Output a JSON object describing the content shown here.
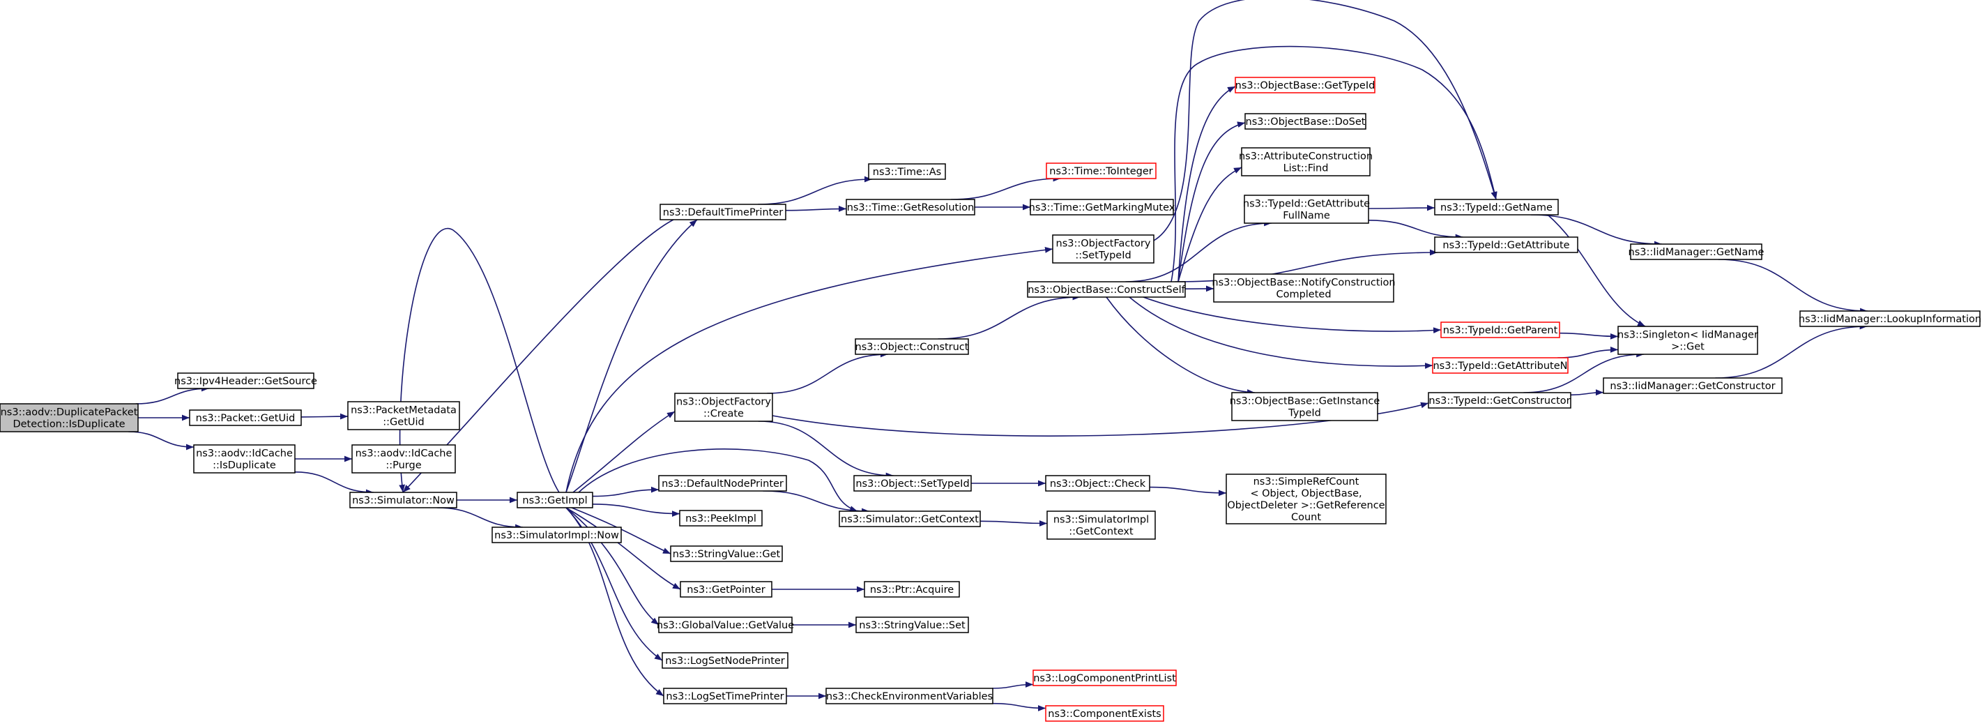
{
  "colors": {
    "edge": "#191970",
    "node_border": "#000000",
    "truncated_border": "#ff0000",
    "root_fill": "#bfbfbf",
    "background": "#ffffff"
  },
  "nodes": {
    "dup_isdup": {
      "lines": [
        "ns3::aodv::DuplicatePacket",
        "Detection::IsDuplicate"
      ],
      "style": "root"
    },
    "ipv4_getsource": {
      "lines": [
        "ns3::Ipv4Header::GetSource"
      ]
    },
    "packet_getuid": {
      "lines": [
        "ns3::Packet::GetUid"
      ]
    },
    "pktmeta_getuid": {
      "lines": [
        "ns3::PacketMetadata",
        "::GetUid"
      ]
    },
    "idcache_isdup": {
      "lines": [
        "ns3::aodv::IdCache",
        "::IsDuplicate"
      ]
    },
    "idcache_purge": {
      "lines": [
        "ns3::aodv::IdCache",
        "::Purge"
      ]
    },
    "sim_now": {
      "lines": [
        "ns3::Simulator::Now"
      ]
    },
    "simimpl_now": {
      "lines": [
        "ns3::SimulatorImpl::Now"
      ]
    },
    "getimpl": {
      "lines": [
        "ns3::GetImpl"
      ]
    },
    "default_time_printer": {
      "lines": [
        "ns3::DefaultTimePrinter"
      ]
    },
    "time_as": {
      "lines": [
        "ns3::Time::As"
      ]
    },
    "time_getres": {
      "lines": [
        "ns3::Time::GetResolution"
      ]
    },
    "time_tointeger": {
      "lines": [
        "ns3::Time::ToInteger"
      ],
      "style": "red"
    },
    "time_markingmutex": {
      "lines": [
        "ns3::Time::GetMarkingMutex"
      ]
    },
    "objfactory_settypeid": {
      "lines": [
        "ns3::ObjectFactory",
        "::SetTypeId"
      ]
    },
    "objfactory_create": {
      "lines": [
        "ns3::ObjectFactory",
        "::Create"
      ]
    },
    "object_construct": {
      "lines": [
        "ns3::Object::Construct"
      ]
    },
    "objbase_constructself": {
      "lines": [
        "ns3::ObjectBase::ConstructSelf"
      ]
    },
    "objbase_gettypeid": {
      "lines": [
        "ns3::ObjectBase::GetTypeId"
      ],
      "style": "red"
    },
    "objbase_doset": {
      "lines": [
        "ns3::ObjectBase::DoSet"
      ]
    },
    "attrconstr_find": {
      "lines": [
        "ns3::AttributeConstruction",
        "List::Find"
      ]
    },
    "typeid_getattrfullname": {
      "lines": [
        "ns3::TypeId::GetAttribute",
        "FullName"
      ]
    },
    "objbase_notify": {
      "lines": [
        "ns3::ObjectBase::NotifyConstruction",
        "Completed"
      ]
    },
    "objbase_getinstance": {
      "lines": [
        "ns3::ObjectBase::GetInstance",
        "TypeId"
      ]
    },
    "typeid_getname": {
      "lines": [
        "ns3::TypeId::GetName"
      ]
    },
    "typeid_getattribute": {
      "lines": [
        "ns3::TypeId::GetAttribute"
      ]
    },
    "typeid_getparent": {
      "lines": [
        "ns3::TypeId::GetParent"
      ],
      "style": "red"
    },
    "typeid_getattributen": {
      "lines": [
        "ns3::TypeId::GetAttributeN"
      ],
      "style": "red"
    },
    "typeid_getconstructor": {
      "lines": [
        "ns3::TypeId::GetConstructor"
      ]
    },
    "iidmgr_getname": {
      "lines": [
        "ns3::IidManager::GetName"
      ]
    },
    "singleton_get": {
      "lines": [
        "ns3::Singleton< IidManager",
        " >::Get"
      ]
    },
    "iidmgr_getconstructor": {
      "lines": [
        "ns3::IidManager::GetConstructor"
      ]
    },
    "iidmgr_lookup": {
      "lines": [
        "ns3::IidManager::LookupInformation"
      ]
    },
    "object_settypeid": {
      "lines": [
        "ns3::Object::SetTypeId"
      ]
    },
    "object_check": {
      "lines": [
        "ns3::Object::Check"
      ]
    },
    "simplerefcount": {
      "lines": [
        "ns3::SimpleRefCount",
        "< Object, ObjectBase,",
        "ObjectDeleter >::GetReference",
        "Count"
      ]
    },
    "default_node_printer": {
      "lines": [
        "ns3::DefaultNodePrinter"
      ]
    },
    "sim_getcontext": {
      "lines": [
        "ns3::Simulator::GetContext"
      ]
    },
    "simimpl_getcontext": {
      "lines": [
        "ns3::SimulatorImpl",
        "::GetContext"
      ]
    },
    "peekimpl": {
      "lines": [
        "ns3::PeekImpl"
      ]
    },
    "stringvalue_get": {
      "lines": [
        "ns3::StringValue::Get"
      ]
    },
    "getpointer": {
      "lines": [
        "ns3::GetPointer"
      ]
    },
    "ptr_acquire": {
      "lines": [
        "ns3::Ptr::Acquire"
      ]
    },
    "globalvalue_getvalue": {
      "lines": [
        "ns3::GlobalValue::GetValue"
      ]
    },
    "stringvalue_set": {
      "lines": [
        "ns3::StringValue::Set"
      ]
    },
    "logsetnodeprinter": {
      "lines": [
        "ns3::LogSetNodePrinter"
      ]
    },
    "logsettimeprinter": {
      "lines": [
        "ns3::LogSetTimePrinter"
      ]
    },
    "checkenvvars": {
      "lines": [
        "ns3::CheckEnvironmentVariables"
      ]
    },
    "logcomponentprintlist": {
      "lines": [
        "ns3::LogComponentPrintList"
      ],
      "style": "red"
    },
    "componentexists": {
      "lines": [
        "ns3::ComponentExists"
      ],
      "style": "red"
    }
  },
  "edges": [
    [
      "dup_isdup",
      "ipv4_getsource"
    ],
    [
      "dup_isdup",
      "packet_getuid"
    ],
    [
      "dup_isdup",
      "idcache_isdup"
    ],
    [
      "packet_getuid",
      "pktmeta_getuid"
    ],
    [
      "idcache_isdup",
      "idcache_purge"
    ],
    [
      "idcache_isdup",
      "sim_now"
    ],
    [
      "sim_now",
      "getimpl"
    ],
    [
      "sim_now",
      "simimpl_now"
    ],
    [
      "getimpl",
      "default_time_printer"
    ],
    [
      "getimpl",
      "objfactory_settypeid"
    ],
    [
      "getimpl",
      "objfactory_create"
    ],
    [
      "getimpl",
      "default_node_printer"
    ],
    [
      "getimpl",
      "sim_getcontext"
    ],
    [
      "getimpl",
      "peekimpl"
    ],
    [
      "getimpl",
      "stringvalue_get"
    ],
    [
      "getimpl",
      "getpointer"
    ],
    [
      "getimpl",
      "globalvalue_getvalue"
    ],
    [
      "getimpl",
      "logsetnodeprinter"
    ],
    [
      "getimpl",
      "logsettimeprinter"
    ],
    [
      "getimpl",
      "sim_now"
    ],
    [
      "default_time_printer",
      "time_as"
    ],
    [
      "default_time_printer",
      "time_getres"
    ],
    [
      "default_time_printer",
      "sim_now"
    ],
    [
      "time_getres",
      "time_tointeger"
    ],
    [
      "time_getres",
      "time_markingmutex"
    ],
    [
      "objfactory_settypeid",
      "typeid_getname"
    ],
    [
      "objfactory_create",
      "object_construct"
    ],
    [
      "objfactory_create",
      "object_settypeid"
    ],
    [
      "objfactory_create",
      "typeid_getconstructor"
    ],
    [
      "object_construct",
      "objbase_constructself"
    ],
    [
      "objbase_constructself",
      "objbase_gettypeid"
    ],
    [
      "objbase_constructself",
      "objbase_doset"
    ],
    [
      "objbase_constructself",
      "attrconstr_find"
    ],
    [
      "objbase_constructself",
      "typeid_getattrfullname"
    ],
    [
      "objbase_constructself",
      "typeid_getname"
    ],
    [
      "objbase_constructself",
      "typeid_getattribute"
    ],
    [
      "objbase_constructself",
      "objbase_notify"
    ],
    [
      "objbase_constructself",
      "typeid_getparent"
    ],
    [
      "objbase_constructself",
      "typeid_getattributen"
    ],
    [
      "objbase_constructself",
      "objbase_getinstance"
    ],
    [
      "typeid_getattrfullname",
      "typeid_getname"
    ],
    [
      "typeid_getattrfullname",
      "typeid_getattribute"
    ],
    [
      "typeid_getname",
      "iidmgr_getname"
    ],
    [
      "typeid_getname",
      "singleton_get"
    ],
    [
      "iidmgr_getname",
      "iidmgr_lookup"
    ],
    [
      "typeid_getparent",
      "singleton_get"
    ],
    [
      "typeid_getattributen",
      "singleton_get"
    ],
    [
      "typeid_getconstructor",
      "singleton_get"
    ],
    [
      "typeid_getconstructor",
      "iidmgr_getconstructor"
    ],
    [
      "iidmgr_getconstructor",
      "iidmgr_lookup"
    ],
    [
      "object_settypeid",
      "object_check"
    ],
    [
      "object_check",
      "simplerefcount"
    ],
    [
      "default_node_printer",
      "sim_getcontext"
    ],
    [
      "sim_getcontext",
      "simimpl_getcontext"
    ],
    [
      "getpointer",
      "ptr_acquire"
    ],
    [
      "globalvalue_getvalue",
      "stringvalue_set"
    ],
    [
      "logsettimeprinter",
      "checkenvvars"
    ],
    [
      "checkenvvars",
      "logcomponentprintlist"
    ],
    [
      "checkenvvars",
      "componentexists"
    ]
  ]
}
